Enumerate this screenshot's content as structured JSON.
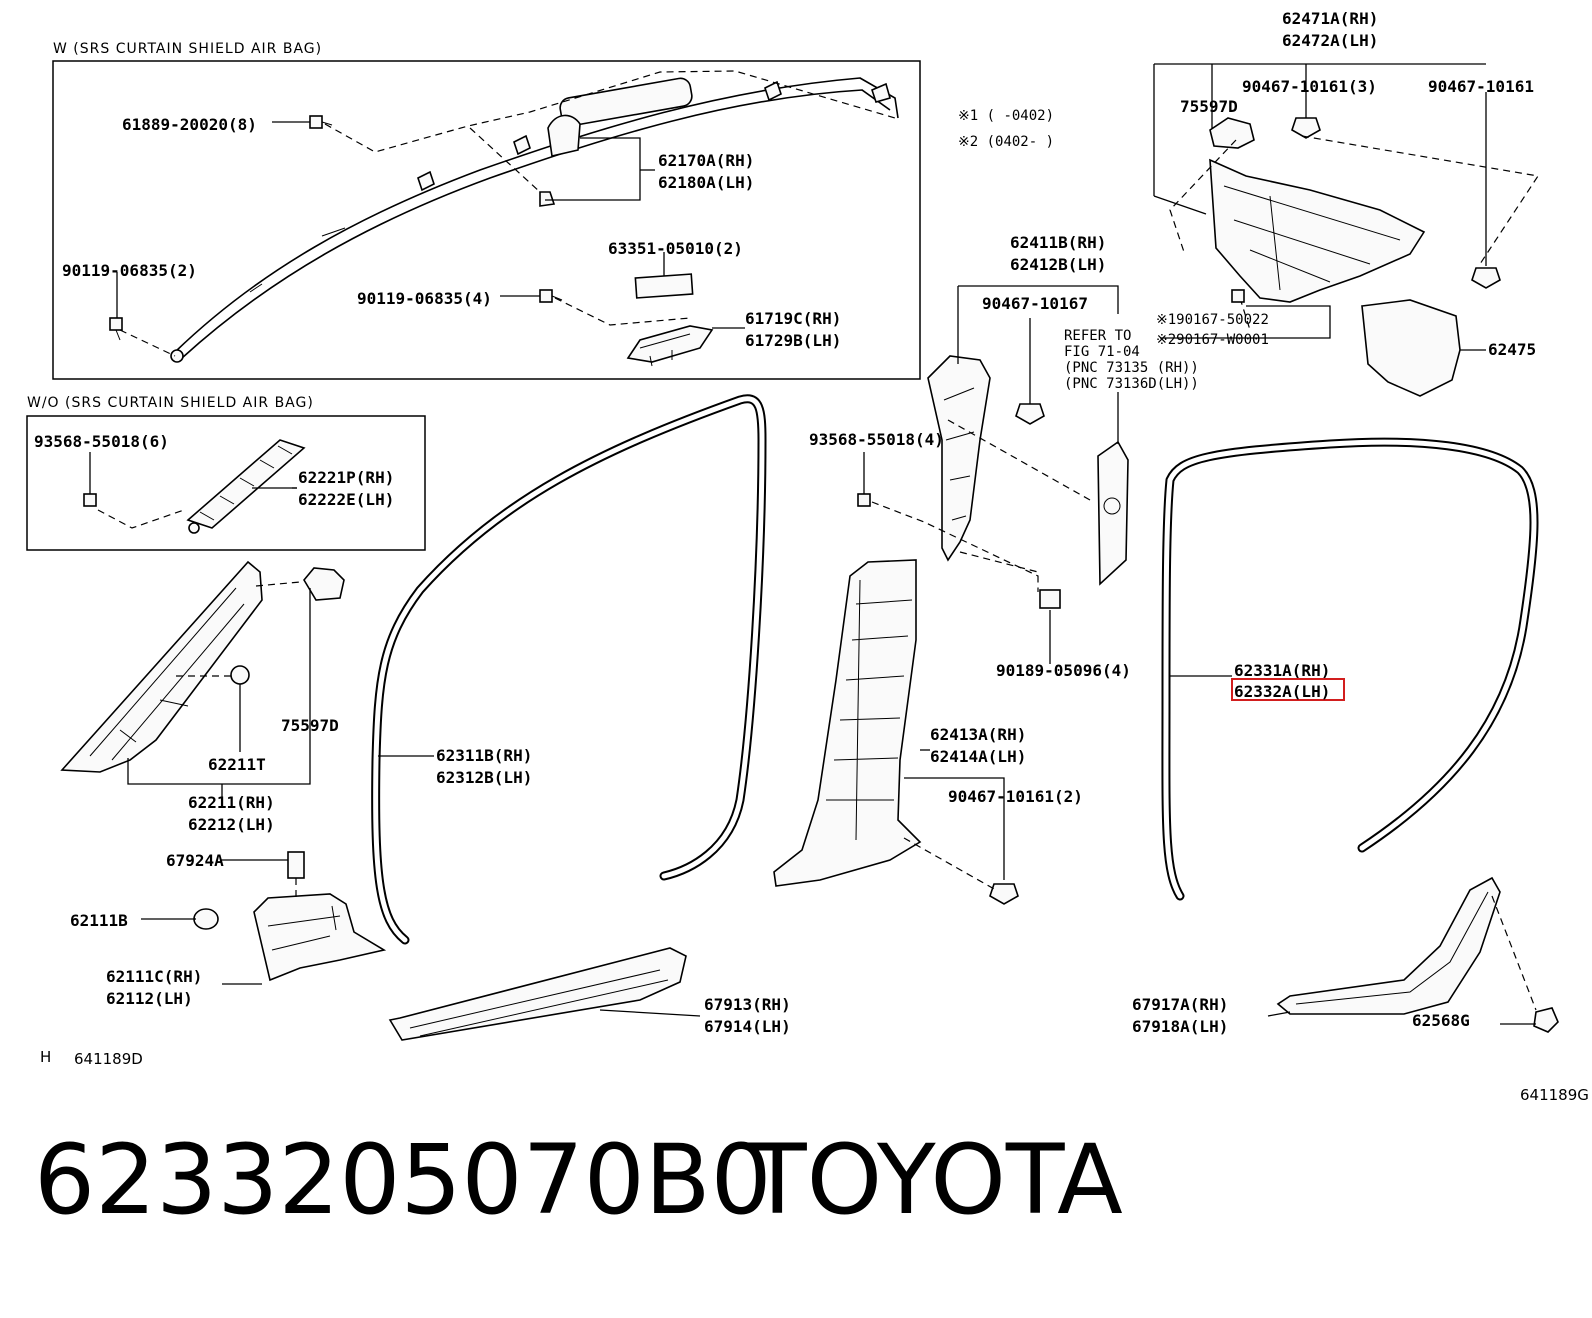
{
  "boxes": {
    "with_airbag": "W (SRS CURTAIN SHIELD AIR BAG)",
    "without_airbag": "W/O (SRS CURTAIN SHIELD AIR BAG)"
  },
  "notes": {
    "note1": "※1 (   -0402)",
    "note2": "※2 (0402-   )"
  },
  "refer": {
    "line1": "REFER TO",
    "line2": "FIG 71-04",
    "line3": "(PNC 73135 (RH))",
    "line4": "(PNC 73136D(LH))"
  },
  "labels": {
    "l61889": "61889-20020(8)",
    "l62170a": "62170A(RH)",
    "l62180a": "62180A(LH)",
    "l90119_2": "90119-06835(2)",
    "l90119_4": "90119-06835(4)",
    "l63351": "63351-05010(2)",
    "l61719c": "61719C(RH)",
    "l61729b": "61729B(LH)",
    "l93568_6": "93568-55018(6)",
    "l62221p": "62221P(RH)",
    "l62222e": "62222E(LH)",
    "l75597d_a": "75597D",
    "l62211t": "62211T",
    "l62211": "62211(RH)",
    "l62212": "62212(LH)",
    "l67924a": "67924A",
    "l62111b": "62111B",
    "l62111c": "62111C(RH)",
    "l62112": "62112(LH)",
    "l62311b": "62311B(RH)",
    "l62312b": "62312B(LH)",
    "l67913": "67913(RH)",
    "l67914": "67914(LH)",
    "l62411b": "62411B(RH)",
    "l62412b": "62412B(LH)",
    "l90467_a": "90467-10167",
    "l93568_4": "93568-55018(4)",
    "l90189": "90189-05096(4)",
    "l62413a": "62413A(RH)",
    "l62414a": "62414A(LH)",
    "l90467_2": "90467-10161(2)",
    "l62471a": "62471A(RH)",
    "l62472a": "62472A(LH)",
    "l75597d_b": "75597D",
    "l90467_3": "90467-10161(3)",
    "l90467_b": "90467-10161",
    "l90167_a": "※190167-50022",
    "l90167_b": "※290167-W0001",
    "l62475": "62475",
    "l62331a": "62331A(RH)",
    "l62332a": "62332A(LH)",
    "l67917a": "67917A(RH)",
    "l67918a": "67918A(LH)",
    "l62568g": "62568G"
  },
  "diagram_ids": {
    "left_prefix": "H",
    "left": "641189D",
    "right": "641189G"
  },
  "highlight_color": "#d21e1e",
  "footer": {
    "part_number": "6233205070B0",
    "brand": "TOYOTA"
  }
}
